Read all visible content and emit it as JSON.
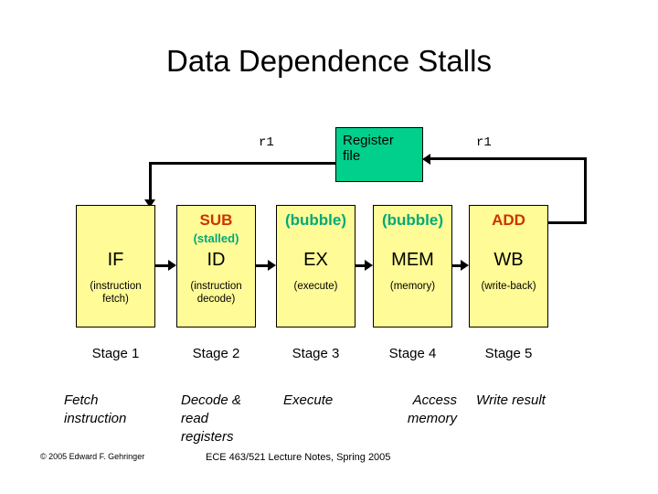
{
  "slide": {
    "title": "Data Dependence Stalls"
  },
  "colors": {
    "stage_box_fill": "#FFFB96",
    "register_file_fill": "#00D08C",
    "instruction_text": "#CC3300",
    "status_text": "#00A97A",
    "wire": "#000000"
  },
  "register_file": {
    "label_line1": "Register",
    "label_line2": "file"
  },
  "bus_labels": {
    "left": "r1",
    "right": "r1"
  },
  "pipeline": {
    "stages": [
      {
        "top_note": "",
        "sub_note": "",
        "name": "IF",
        "desc": "(instruction fetch)",
        "stage_number": "Stage 1",
        "italic_desc": "Fetch instruction"
      },
      {
        "top_note": "SUB",
        "sub_note": "(stalled)",
        "name": "ID",
        "desc": "(instruction decode)",
        "stage_number": "Stage 2",
        "italic_desc": "Decode & read registers"
      },
      {
        "top_note": "(bubble)",
        "sub_note": "",
        "name": "EX",
        "desc": "(execute)",
        "stage_number": "Stage 3",
        "italic_desc": "Execute"
      },
      {
        "top_note": "(bubble)",
        "sub_note": "",
        "name": "MEM",
        "desc": "(memory)",
        "stage_number": "Stage 4",
        "italic_desc": "Access memory"
      },
      {
        "top_note": "ADD",
        "sub_note": "",
        "name": "WB",
        "desc": "(write-back)",
        "stage_number": "Stage 5",
        "italic_desc": "Write result"
      }
    ]
  },
  "footer": {
    "copyright": "© 2005 Edward F. Gehringer",
    "course": "ECE 463/521 Lecture Notes, Spring 2005"
  }
}
